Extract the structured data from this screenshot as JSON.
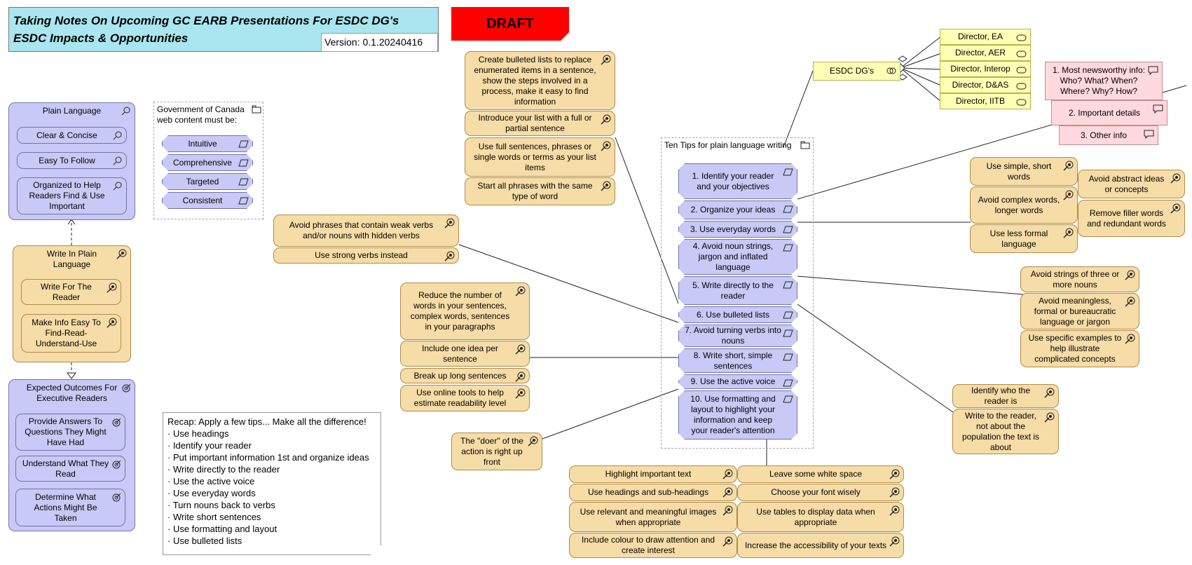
{
  "header": {
    "title_line1": "Taking Notes On Upcoming GC EARB Presentations For ESDC DG's",
    "title_line2": "ESDC Impacts & Opportunities",
    "version": "Version: 0.1.20240416",
    "draft": "DRAFT"
  },
  "plain_language": {
    "title": "Plain Language",
    "items": [
      "Clear & Concise",
      "Easy To Follow",
      "Organized to Help Readers Find & Use Important"
    ]
  },
  "gc_content": {
    "title": "Government of Canada web content must be:",
    "items": [
      "Intuitive",
      "Comprehensive",
      "Targeted",
      "Consistent"
    ]
  },
  "write_plain": {
    "title": "Write In Plain Language",
    "items": [
      "Write For The Reader",
      "Make Info Easy To Find-Read-Understand-Use"
    ]
  },
  "outcomes": {
    "title": "Expected Outcomes For Executive Readers",
    "items": [
      "Provide Answers To Questions They Might Have Had",
      "Understand What They Read",
      "Determine What Actions Might Be Taken"
    ]
  },
  "recap": {
    "title": "Recap: Apply a few tips... Make all the difference!",
    "items": [
      "· Use headings",
      "· Identify your reader",
      "· Put important information 1st and organize ideas",
      "· Write directly to the reader",
      "· Use the active voice",
      "· Use everyday words",
      "· Turn nouns back to verbs",
      "· Write short sentences",
      "· Use formatting and layout",
      "· Use bulleted lists"
    ]
  },
  "ten_tips": {
    "title": "Ten Tips for plain language writing",
    "items": [
      "1. Identify your reader and your objectives",
      "2. Organize your ideas",
      "3. Use everyday words",
      "4. Avoid noun strings, jargon and inflated language",
      "5. Write directly to the reader",
      "6. Use bulleted lists",
      "7. Avoid turning verbs into nouns",
      "8. Write short, simple sentences",
      "9. Use the active voice",
      "10. Use formatting and layout to highlight your information and keep your reader's attention"
    ]
  },
  "esdc": {
    "label": "ESDC DG's",
    "directors": [
      "Director, EA",
      "Director, AER",
      "Director, Interop",
      "Director, D&AS",
      "Director, IITB"
    ]
  },
  "newsworthy": [
    "1. Most newsworthy info: Who? What? When? Where? Why? How?",
    "2. Important details",
    "3. Other info"
  ],
  "lists_tips": [
    "Create bulleted lists to replace enumerated items in a sentence, show the steps involved in a process, make it easy to find information",
    "Introduce your list with a full or partial sentence",
    "Use full sentences, phrases or single words or terms as your list items",
    "Start all phrases with the same type of word"
  ],
  "verbs_tips": [
    "Avoid phrases that contain weak verbs and/or nouns with hidden verbs",
    "Use strong verbs instead"
  ],
  "short_tips": [
    "Reduce the number of words in your sentences, complex words, sentences in your paragraphs",
    "Include one idea per sentence",
    "Break up long sentences",
    "Use online tools to help estimate readability level"
  ],
  "active_tip": "The \"doer\" of the action is right up front",
  "everyday_tips": [
    "Use simple, short words",
    "Avoid complex words, longer words",
    "Use less formal language",
    "Avoid abstract ideas or concepts",
    "Remove filler words and redundant words"
  ],
  "noun_tips": [
    "Avoid strings of three or more nouns",
    "Avoid meaningless, formal or bureaucratic language or jargon",
    "Use specific examples to help illustrate complicated concepts"
  ],
  "reader_tips": [
    "Identify who the reader is",
    "Write to the reader, not about the population the text is about"
  ],
  "format_tips": [
    "Highlight important text",
    "Use headings and sub-headings",
    "Use relevant and meaningful images when appropriate",
    "Include colour to draw attention and create interest",
    "Leave some white space",
    "Choose your font wisely",
    "Use tables to display data when appropriate",
    "Increase the accessibility of your texts"
  ]
}
